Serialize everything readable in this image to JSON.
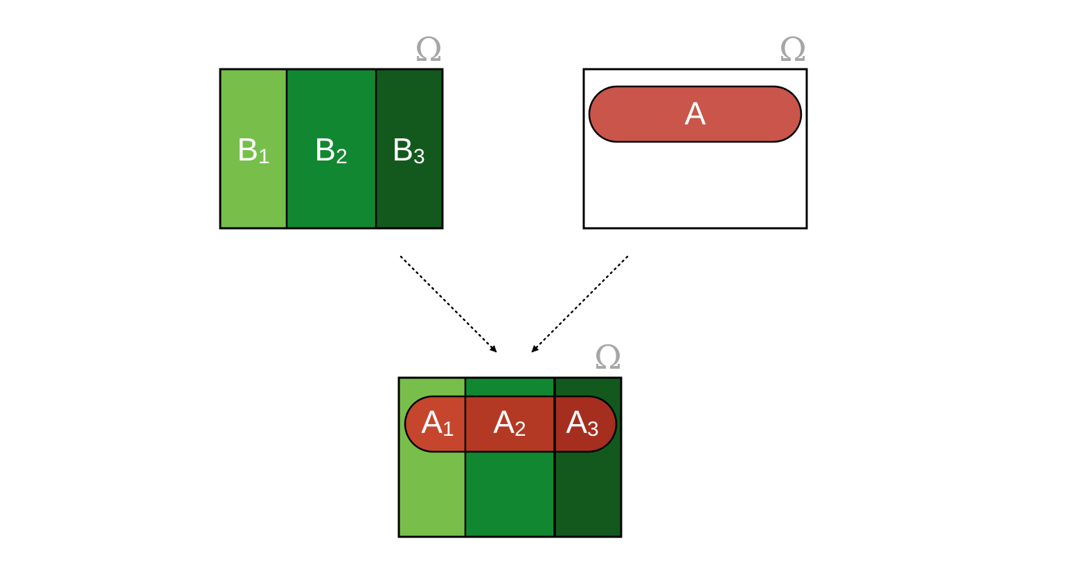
{
  "omega_symbol": "Ω",
  "colors": {
    "b1": "#77bf4a",
    "b2": "#128731",
    "b3": "#13591e",
    "a_set": "#c9554b",
    "a1": "#c6462d",
    "a2": "#b43924",
    "a3": "#a52e1f",
    "outline": "#000000",
    "omega": "#a6a6a6"
  },
  "partition_b": {
    "omega": "Ω",
    "parts": [
      {
        "base": "B",
        "sub": "1"
      },
      {
        "base": "B",
        "sub": "2"
      },
      {
        "base": "B",
        "sub": "3"
      }
    ]
  },
  "set_a": {
    "omega": "Ω",
    "label": "A"
  },
  "result": {
    "omega": "Ω",
    "parts": [
      {
        "base": "A",
        "sub": "1"
      },
      {
        "base": "A",
        "sub": "2"
      },
      {
        "base": "A",
        "sub": "3"
      }
    ]
  }
}
